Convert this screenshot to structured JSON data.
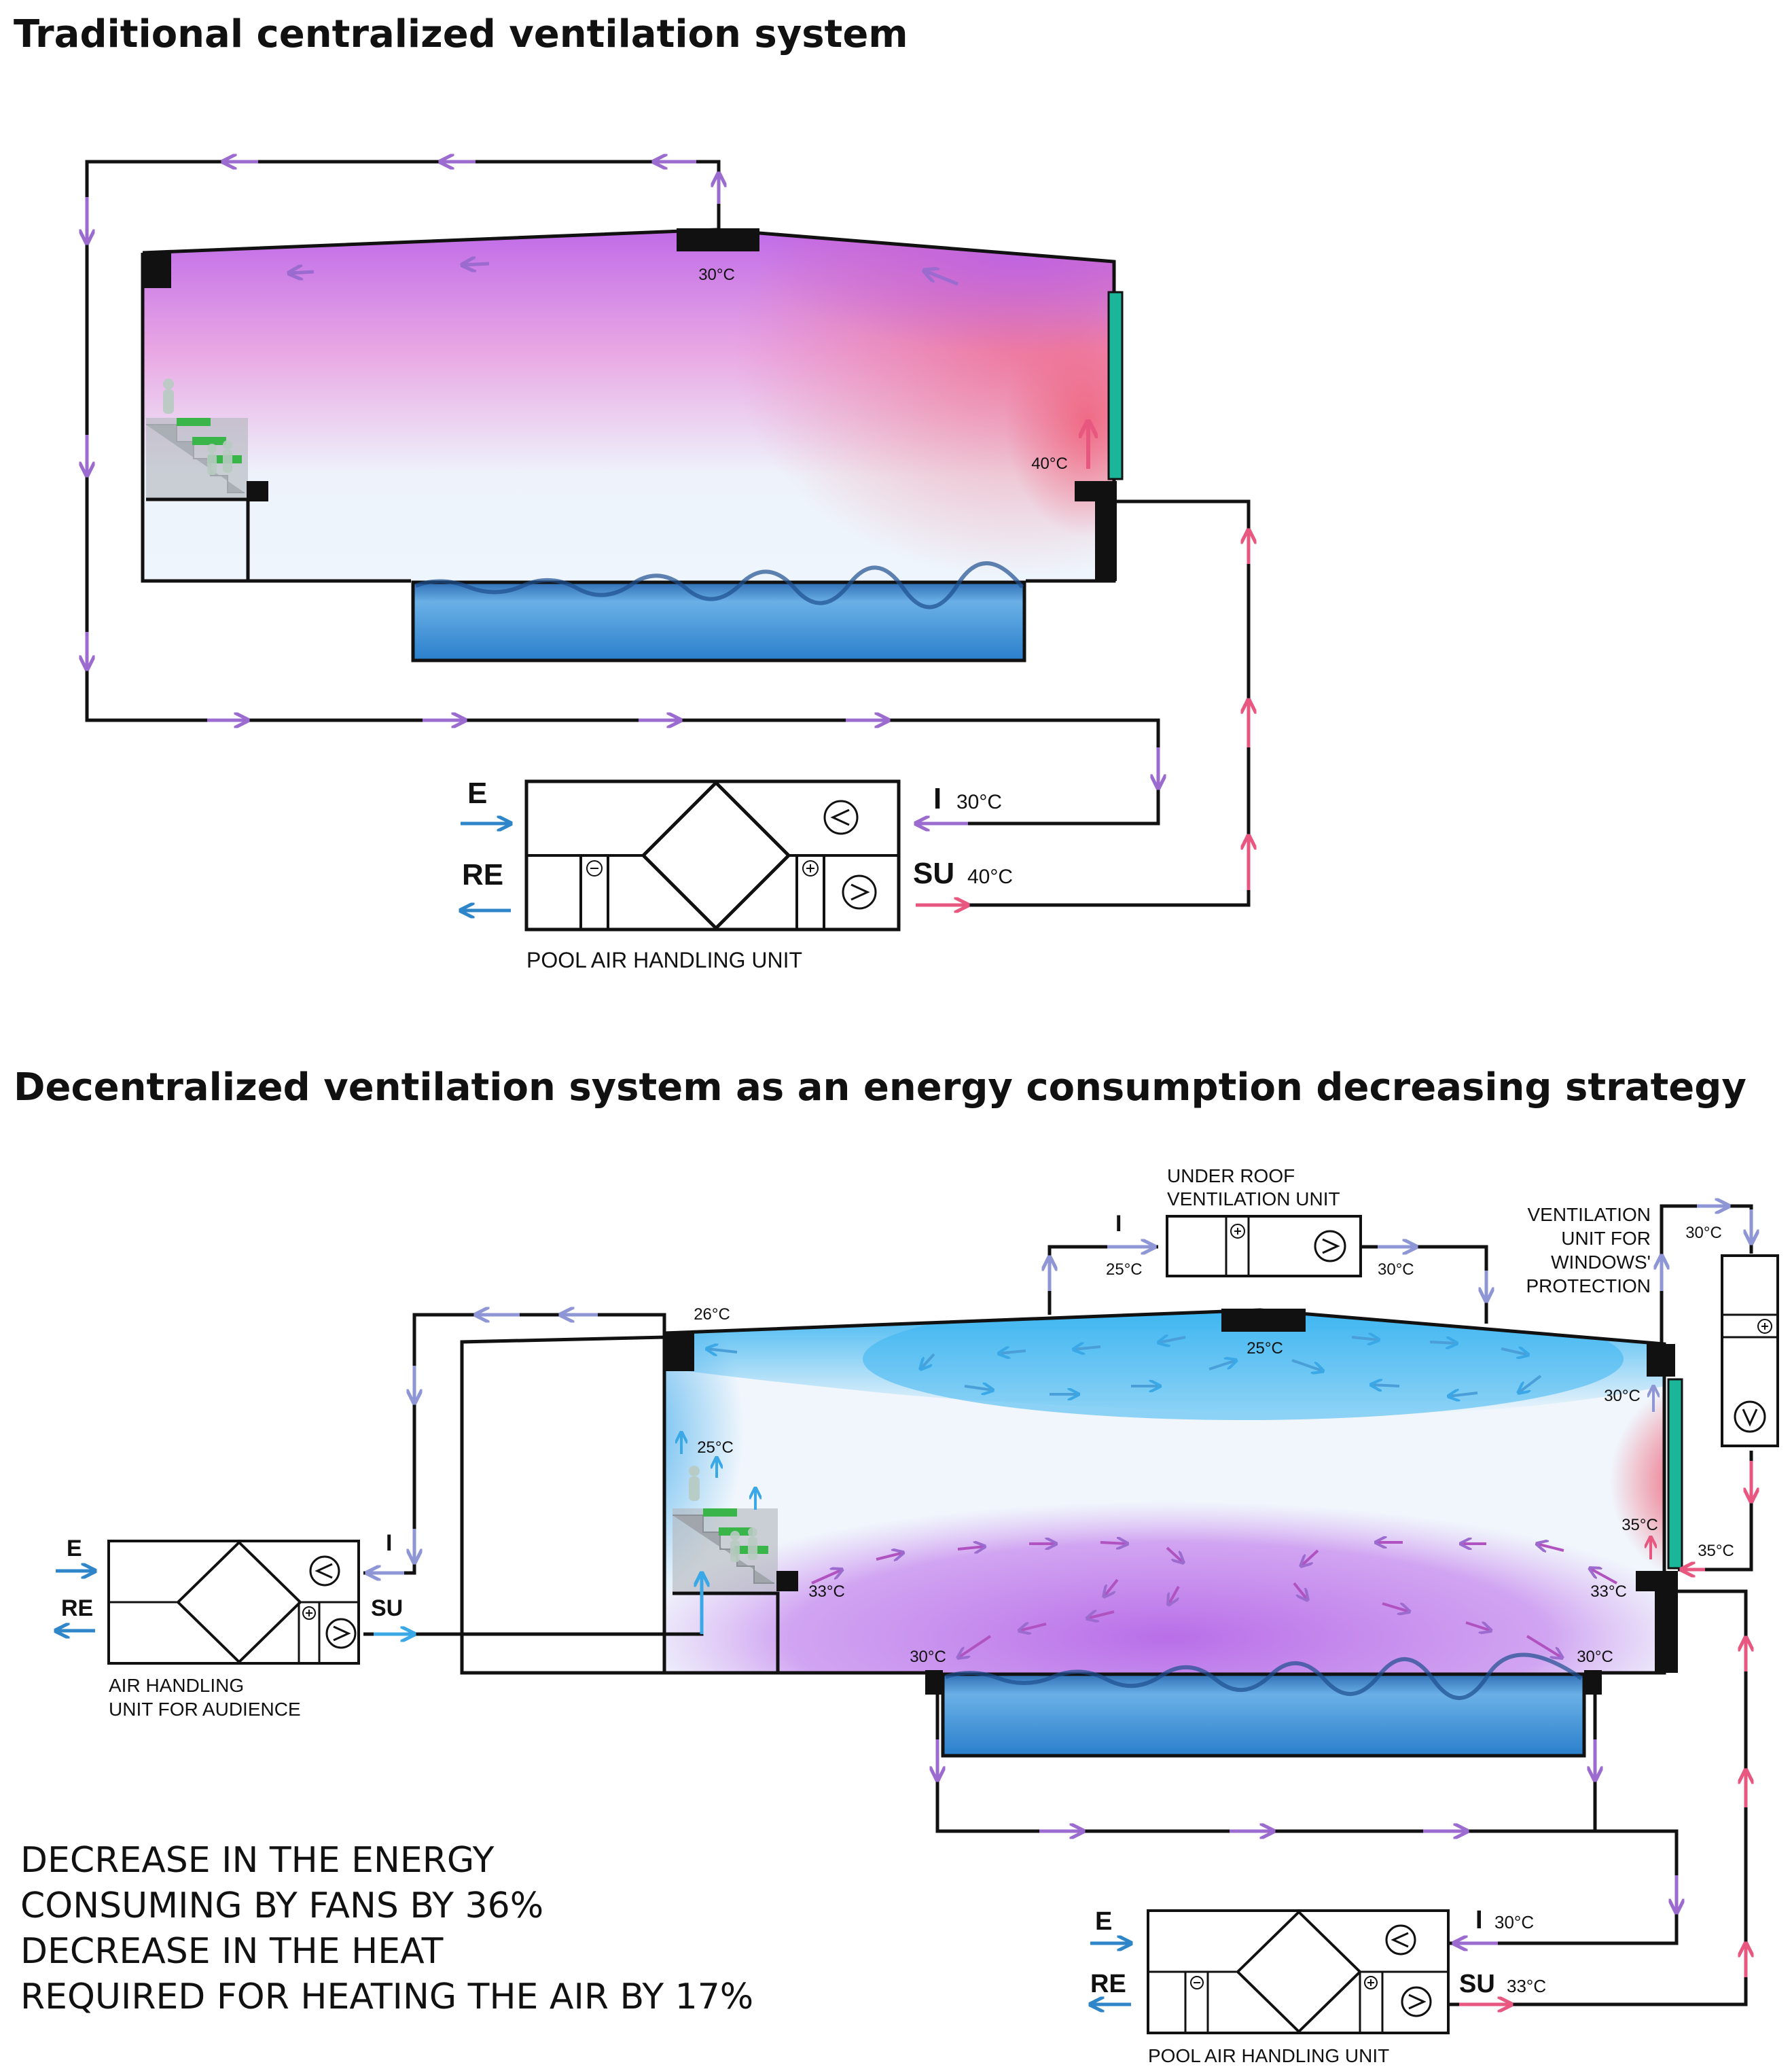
{
  "titles": {
    "traditional": "Traditional centralized ventilation system",
    "decentralized": "Decentralized ventilation system as an energy consumption decreasing strategy"
  },
  "colors": {
    "exhaust_purple": "#9b6bcf",
    "supply_pink": "#e8577f",
    "outdoor_blue": "#2e86c9",
    "cool_air_blue": "#4db6f2",
    "window_green": "#1bb69a"
  },
  "top": {
    "labels": {
      "roof_temp": "30°C",
      "wall_temp": "40°C"
    },
    "ahu": {
      "title": "POOL AIR HANDLING UNIT",
      "e": "E",
      "re": "RE",
      "i": "I",
      "su": "SU",
      "i_temp": "30°C",
      "su_temp": "40°C"
    }
  },
  "bottom": {
    "labels": {
      "roof_left": "26°C",
      "roof_center": "25°C",
      "stair_top": "25°C",
      "stair_bottom": "33°C",
      "window_top": "30°C",
      "window_bottom": "35°C",
      "right_lower": "33°C",
      "pool_left": "30°C",
      "pool_right": "30°C",
      "window_unit_in": "30°C",
      "window_unit_out": "35°C"
    },
    "under_roof_unit": {
      "title_line1": "UNDER ROOF",
      "title_line2": "VENTILATION UNIT",
      "i": "I",
      "in_temp": "25°C",
      "out_temp": "30°C"
    },
    "window_unit": {
      "line1": "VENTILATION",
      "line2": "UNIT FOR",
      "line3": "WINDOWS'",
      "line4": "PROTECTION"
    },
    "audience_ahu": {
      "title_line1": "AIR HANDLING",
      "title_line2": "UNIT FOR AUDIENCE",
      "e": "E",
      "re": "RE",
      "i": "I",
      "su": "SU"
    },
    "pool_ahu": {
      "title": "POOL AIR HANDLING UNIT",
      "e": "E",
      "re": "RE",
      "i": "I",
      "su": "SU",
      "i_temp": "30°C",
      "su_temp": "33°C"
    }
  },
  "summary": [
    "DECREASE IN THE ENERGY",
    "CONSUMING BY FANS BY 36%",
    "DECREASE IN THE HEAT",
    "REQUIRED FOR HEATING THE AIR BY 17%"
  ]
}
